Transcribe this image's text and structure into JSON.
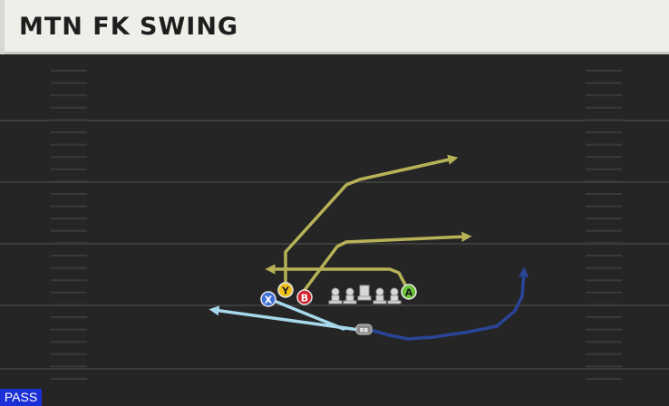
{
  "header": {
    "title": "MTN FK SWING"
  },
  "players": {
    "x": "X",
    "y": "Y",
    "b": "B",
    "a": "A",
    "rb": "RB"
  },
  "badge": {
    "label": "PASS"
  },
  "colors": {
    "route_yellow": "#b7b257",
    "route_light_blue": "#a7d8ec",
    "route_dark_blue": "#2a4597",
    "x_player": "#3f6fd8",
    "y_player": "#f1c21b",
    "b_player": "#d2232e",
    "a_player": "#6cc23a",
    "rb_player": "#8a8a8a",
    "field": "#252525",
    "pass_badge": "#1b2fd6"
  }
}
